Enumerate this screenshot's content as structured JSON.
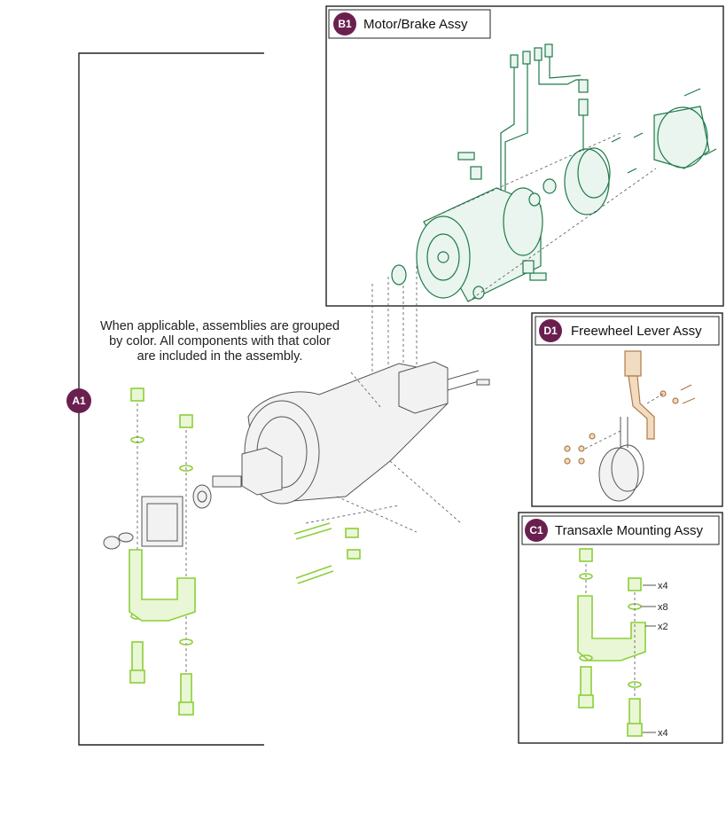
{
  "note": {
    "line1": "When applicable, assemblies are grouped",
    "line2": "by color. All components with that color",
    "line3": "are included in the assembly."
  },
  "assemblies": {
    "a1": {
      "badge": "A1"
    },
    "b1": {
      "badge": "B1",
      "title": "Motor/Brake Assy"
    },
    "d1": {
      "badge": "D1",
      "title": "Freewheel Lever Assy"
    },
    "c1": {
      "badge": "C1",
      "title": "Transaxle Mounting Assy",
      "quantities": [
        "x4",
        "x8",
        "x2",
        "x4"
      ]
    }
  },
  "colors": {
    "badge": "#6b1f4f",
    "transaxle_mounting": "#8ccf3a",
    "motor_brake": "#1f7a4a",
    "freewheel_lever": "#b07a46"
  }
}
